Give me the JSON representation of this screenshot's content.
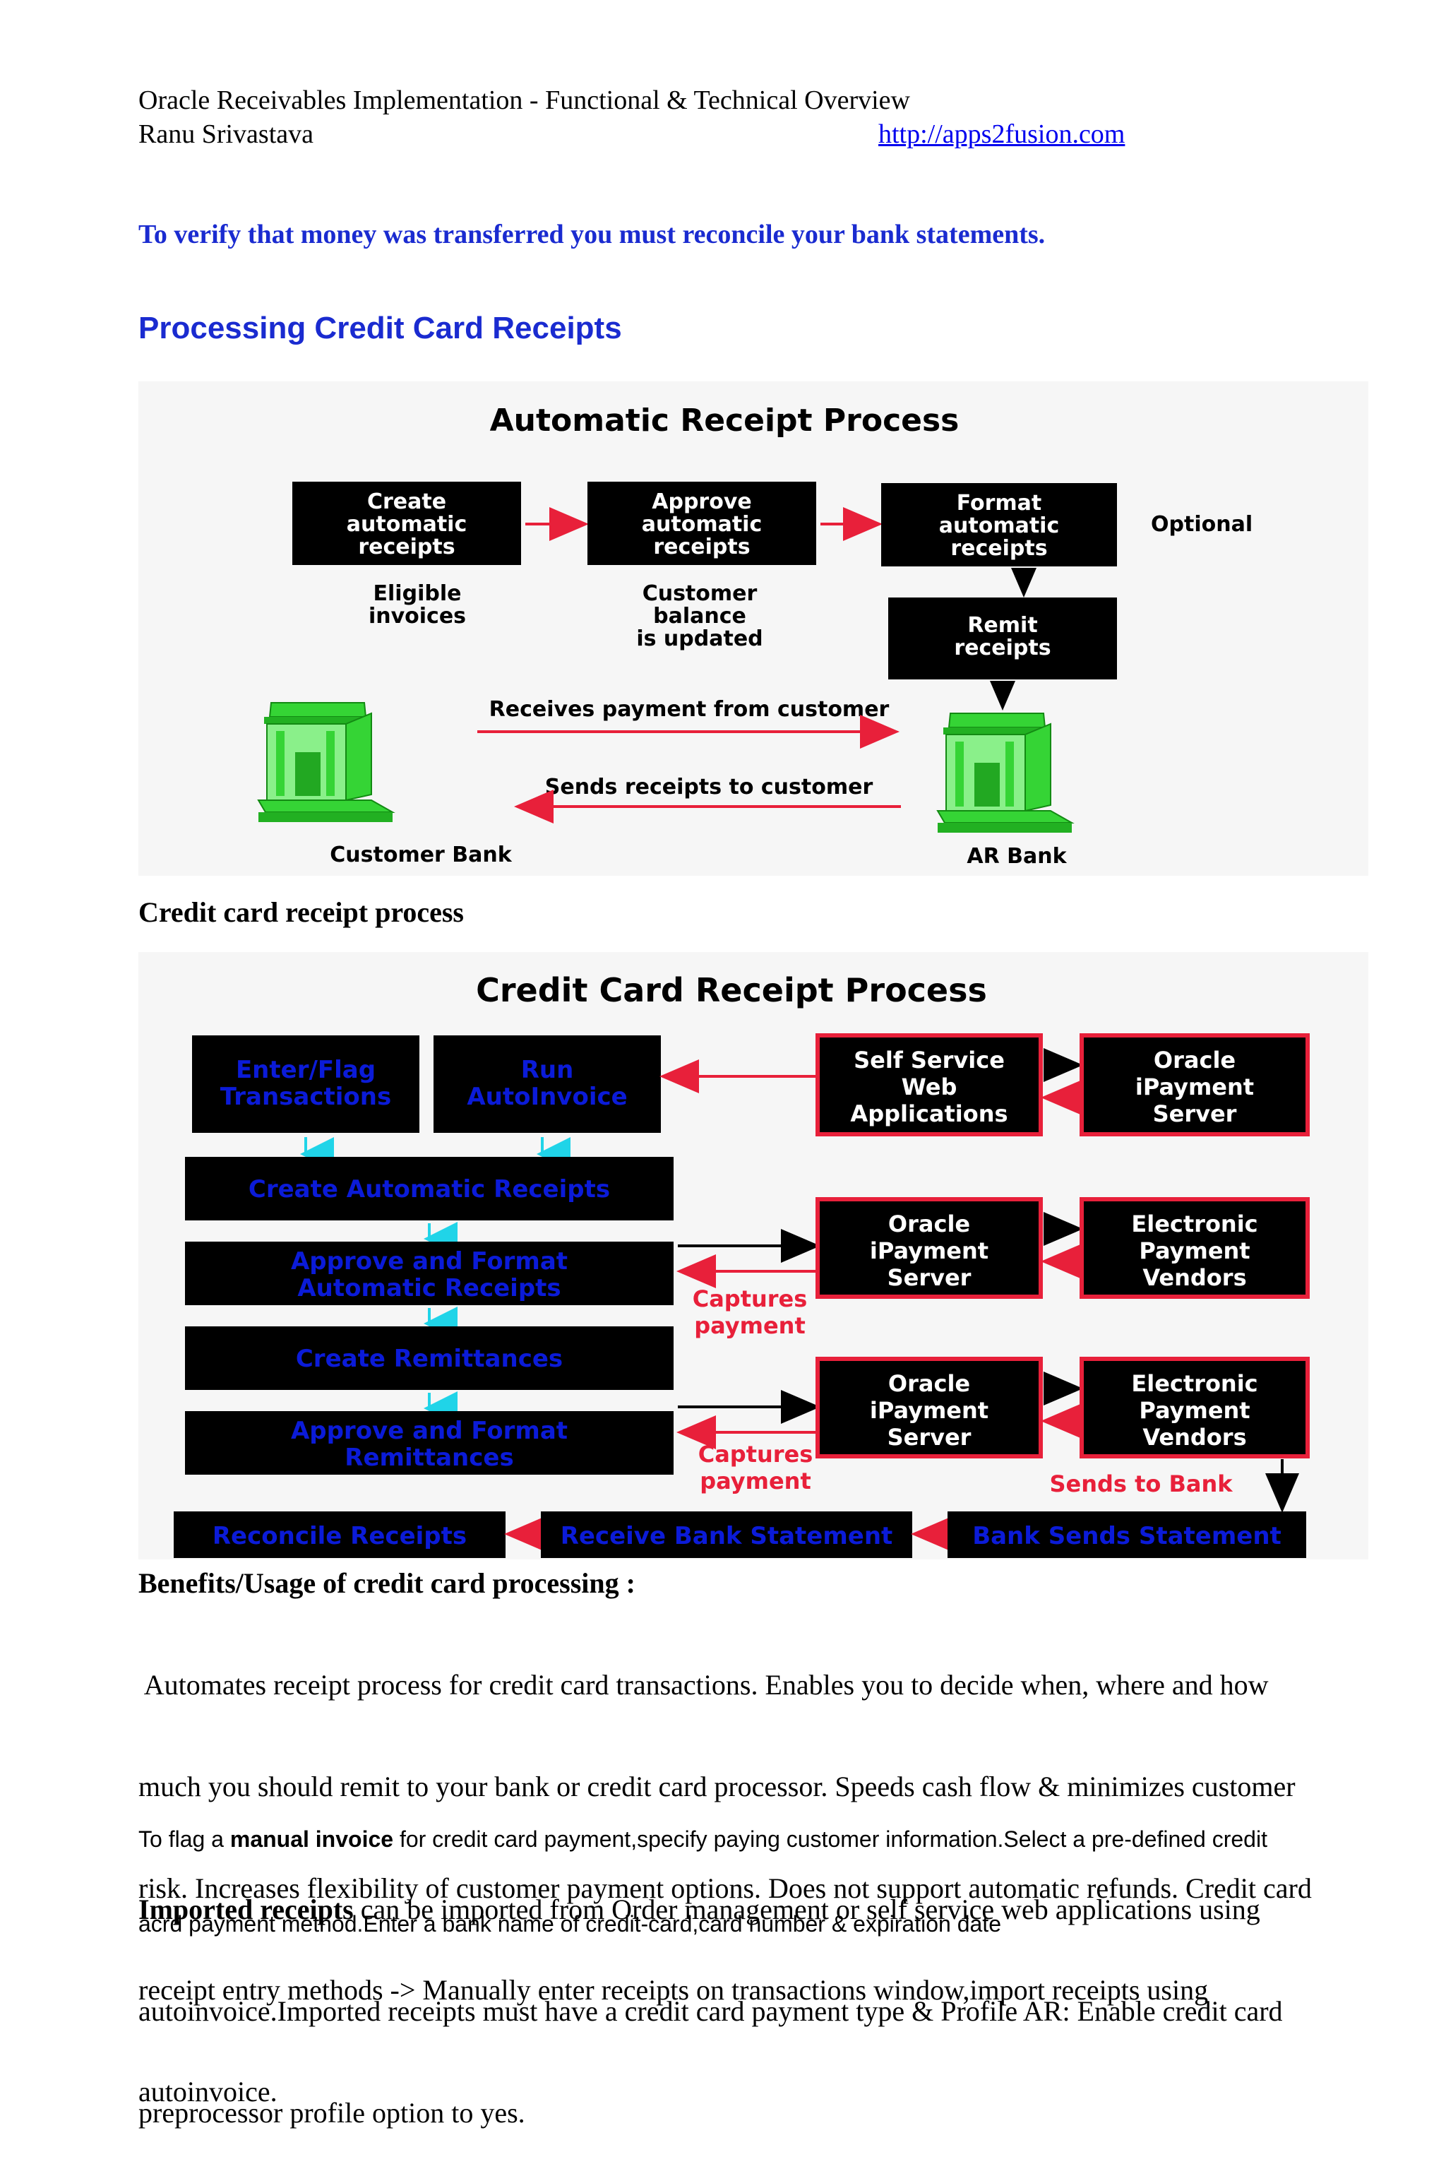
{
  "header": {
    "title": "Oracle Receivables Implementation - Functional & Technical Overview",
    "author": "Ranu Srivastava",
    "url": "http://apps2fusion.com"
  },
  "intro_statement": "To verify that money was transferred you must reconcile your bank statements.",
  "section_heading": "Processing Credit Card Receipts",
  "diagram1": {
    "title": "Automatic Receipt Process",
    "box_create": [
      "Create",
      "automatic",
      "receipts"
    ],
    "box_approve": [
      "Approve",
      "automatic",
      "receipts"
    ],
    "box_format": [
      "Format",
      "automatic",
      "receipts"
    ],
    "box_remit": [
      "Remit",
      "receipts"
    ],
    "optional": "Optional",
    "note_eligible": [
      "Eligible",
      "invoices"
    ],
    "note_balance": [
      "Customer",
      "balance",
      "is updated"
    ],
    "receives_payment": "Receives payment from customer",
    "sends_receipts": "Sends receipts to customer",
    "customer_bank": "Customer Bank",
    "ar_bank": "AR Bank"
  },
  "caption1": "Credit card receipt process",
  "diagram2": {
    "title": "Credit Card Receipt Process",
    "enter_flag": [
      "Enter/Flag",
      "Transactions"
    ],
    "run_autoinvoice": [
      "Run",
      "AutoInvoice"
    ],
    "self_service": [
      "Self Service",
      "Web",
      "Applications"
    ],
    "oracle_ipayment_1": [
      "Oracle",
      "iPayment",
      "Server"
    ],
    "create_auto_receipts": "Create Automatic Receipts",
    "approve_format_receipts": [
      "Approve and Format",
      "Automatic Receipts"
    ],
    "oracle_ipayment_2": [
      "Oracle",
      "iPayment",
      "Server"
    ],
    "epv_1": [
      "Electronic",
      "Payment",
      "Vendors"
    ],
    "captures_1": [
      "Captures",
      "payment"
    ],
    "create_remittances": "Create Remittances",
    "approve_format_remit": [
      "Approve and Format",
      "Remittances"
    ],
    "oracle_ipayment_3": [
      "Oracle",
      "iPayment",
      "Server"
    ],
    "epv_2": [
      "Electronic",
      "Payment",
      "Vendors"
    ],
    "captures_2": [
      "Captures",
      "payment"
    ],
    "sends_to_bank": "Sends to Bank",
    "reconcile_receipts": "Reconcile Receipts",
    "receive_bank_statement": "Receive Bank Statement",
    "bank_sends_statement": "Bank Sends Statement"
  },
  "benefits": {
    "heading": "Benefits/Usage of credit card processing :",
    "p1_lines": [
      " Automates receipt process for credit card transactions. Enables you to decide when, where and how",
      "much you should remit to your bank or credit card processor. Speeds cash flow & minimizes customer",
      "risk. Increases flexibility of customer payment options. Does not support automatic refunds. Credit card",
      "receipt entry methods -> Manually enter receipts on transactions window,import receipts using",
      "autoinvoice."
    ],
    "p2_prefix": "To flag a ",
    "p2_bold": "manual invoice",
    "p2_rest": " for credit card payment,specify paying customer information.Select a pre-defined credit",
    "p2_line2": "acrd payment method.Enter a bank name of credit-card,card number & expiration date",
    "p3_bold": "Imported receipts",
    "p3_rest": " can be imported from Order management or self service web applications using",
    "p3_line2": "autoinvoice.Imported receipts must have a credit card payment type & Profile AR: Enable credit card",
    "p3_line3": "preprocessor profile option to yes."
  },
  "colors": {
    "box_black": "#000000",
    "arrow_red": "#e8203a",
    "bank_green": "#35d435",
    "process_blue": "#0b1bd8",
    "connector_cyan": "#20d4e8",
    "diagram_bg": "#f6f6f6"
  }
}
